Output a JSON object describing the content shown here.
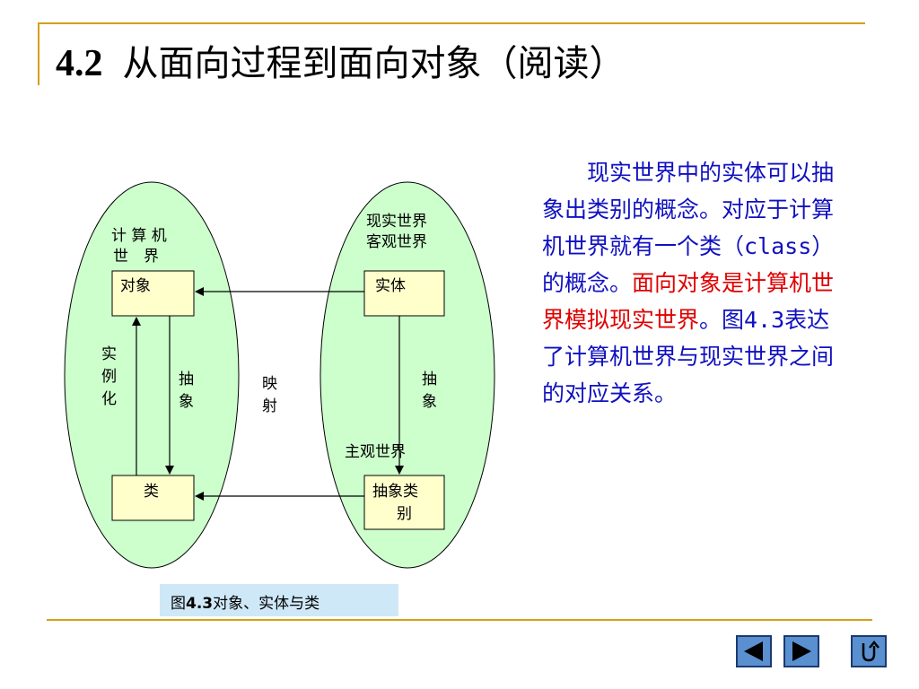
{
  "slide": {
    "title_number": "4.2",
    "title_text": "从面向过程到面向对象（阅读）"
  },
  "diagram": {
    "computer_world_line1": "计 算 机",
    "computer_world_line2": "世　界",
    "real_world_line1": "现实世界",
    "real_world_line2": "客观世界",
    "box_object": "对象",
    "box_entity": "实体",
    "box_class": "类",
    "box_abstract_line1": "抽象类",
    "box_abstract_line2": "别",
    "instantiate_1": "实",
    "instantiate_2": "例",
    "instantiate_3": "化",
    "abstract_left_1": "抽",
    "abstract_left_2": "象",
    "mapping_1": "映",
    "mapping_2": "射",
    "abstract_right_1": "抽",
    "abstract_right_2": "象",
    "subjective_world": "主观世界",
    "colors": {
      "ellipse_fill": "#ccffcc",
      "box_fill": "#ffffcc"
    }
  },
  "caption": {
    "prefix": "图",
    "number": "4.3",
    "text": "对象、实体与类"
  },
  "paragraph": {
    "part1": "　　现实世界中的实体可以抽象出类别的概念。对应于计算机世界就有一个类（class）的概念。",
    "part2_red": "面向对象是计算机世界模拟现实世界",
    "part3": "。图4.3表达了计算机世界与现实世界之间的对应关系。"
  },
  "nav": {
    "prev_icon": "triangle-left-icon",
    "next_icon": "triangle-right-icon",
    "return_icon": "return-u-icon"
  }
}
